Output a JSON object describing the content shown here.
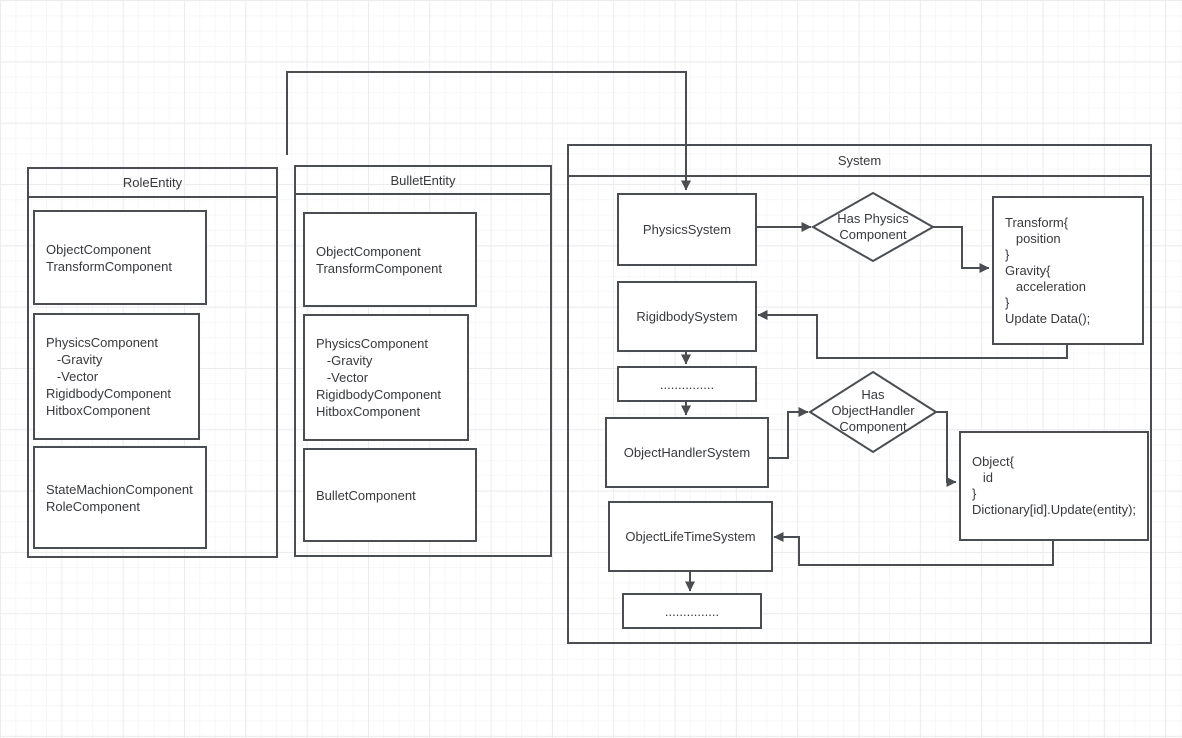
{
  "colors": {
    "stroke": "#4a4e52",
    "text": "#37393c",
    "background": "#ffffff",
    "grid_minor": "#f7f7f7",
    "grid_major": "#ececec"
  },
  "entities": [
    {
      "title": "RoleEntity",
      "boxes": [
        "ObjectComponent\nTransformComponent",
        "PhysicsComponent\n   -Gravity\n   -Vector\nRigidbodyComponent\nHitboxComponent",
        "StateMachionComponent\nRoleComponent"
      ]
    },
    {
      "title": "BulletEntity",
      "boxes": [
        "ObjectComponent\nTransformComponent",
        "PhysicsComponent\n   -Gravity\n   -Vector\nRigidbodyComponent\nHitboxComponent",
        "BulletComponent"
      ]
    }
  ],
  "system": {
    "title": "System",
    "physics_system": "PhysicsSystem",
    "rigidbody_system": "RigidbodySystem",
    "ellipsis_1": "...............",
    "object_handler_system": "ObjectHandlerSystem",
    "object_lifetime_system": "ObjectLifeTimeSystem",
    "ellipsis_2": "...............",
    "decision_physics": "Has Physics\nComponent",
    "decision_object_handler": "Has\nObjectHandler\nComponent",
    "transform_note": "Transform{\n   position\n}\nGravity{\n   acceleration\n}\nUpdate Data();",
    "object_note": "Object{\n   id\n}\nDictionary[id].Update(entity);"
  }
}
